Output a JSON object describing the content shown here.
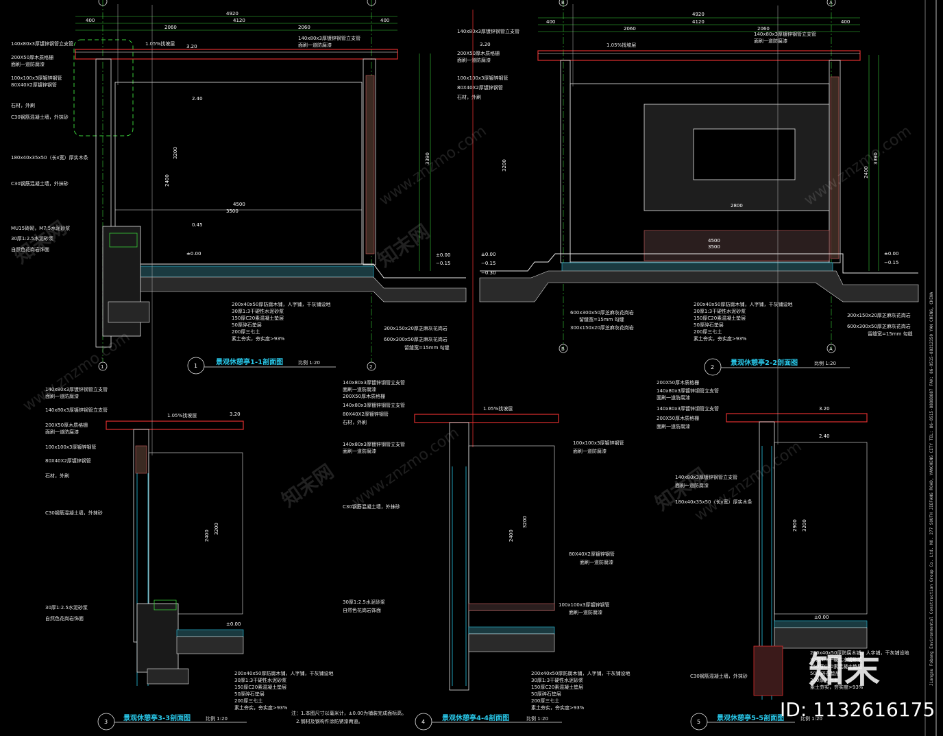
{
  "sections": [
    {
      "num": "1",
      "title": "景观休憩亭1-1剖面图",
      "scale": "比例 1:20"
    },
    {
      "num": "2",
      "title": "景观休憩亭2-2剖面图",
      "scale": "比例 1:20"
    },
    {
      "num": "3",
      "title": "景观休憩亭3-3剖面图",
      "scale": "比例 1:20"
    },
    {
      "num": "4",
      "title": "景观休憩亭4-4剖面图",
      "scale": "比例 1:20"
    },
    {
      "num": "5",
      "title": "景观休憩亭5-5剖面图",
      "scale": "比例 1:20"
    }
  ],
  "axes": {
    "s1_left": "1",
    "s1_right": "2",
    "s2_left": "B",
    "s2_right": "A"
  },
  "dims": {
    "overall": "4920",
    "left_off": "400",
    "right_off": "400",
    "mid": "4120",
    "half_a": "2060",
    "half_b": "2060",
    "span": "4500",
    "inner": "3500",
    "h_3390": "3390",
    "h_3200": "3200",
    "h_2400": "2400",
    "h_2900": "2900",
    "h_2800": "2800",
    "e_320": "3.20",
    "e_240": "2.40",
    "e_045": "0.45",
    "e_000": "±0.00",
    "e_m015": "−0.15",
    "e_m030": "−0.30"
  },
  "notes": {
    "beam": "140x80x3厚镀锌钢管立支管",
    "bamboo": "200X50厚木质格栅",
    "paint": "面刷一道防腐漆",
    "pipe100": "100x100x3厚镀锌钢管",
    "pipe80": "80X40X2厚镀锌钢管",
    "stone": "石材，外刷",
    "c30": "C30钢筋混凝土墙，外抹砂",
    "pillar": "180x40x35x50（长x宽）厚实木条",
    "mu15": "MU15砖砌，M7.5水泥砂浆",
    "mortar": "30厚1:2.5水泥砂浆",
    "finish": "自然色花岗岩饰面",
    "roof": "1.05%找坡层",
    "layers": [
      "200x40x50厚防腐木铺，人字铺，干灰铺设地",
      "30厚1:3干硬性水泥砂浆",
      "150厚C20素混凝土垫层",
      "50厚碎石垫层",
      "200厚三七土",
      "素土夯实，夯实度>93%"
    ],
    "stone_edge": "600x300x50厚芝麻灰花岗岩",
    "paving": "300x150x20厚芝麻灰花岗岩",
    "joint": "留缝宽=15mm 勾缝",
    "footnote1": "注：1.本图尺寸以毫米计，±0.00为铺装完成面标高。",
    "footnote2": "2.钢材及钢构件涂防锈漆两道。"
  },
  "sidebar": "Jiangsu Fobang Environmental Construction Group Co. Ltd.  NO. 277 SOUTH JIEFANG ROAD, YANCHENG CITY  TEL: 86-0515-88888887  FAX: 86-0515-88212350  YAN CHENG, CHINA",
  "watermark": {
    "site": "www.znzmo.com",
    "brand": "知末网",
    "logo": "知末",
    "id": "ID: 1132616175"
  }
}
